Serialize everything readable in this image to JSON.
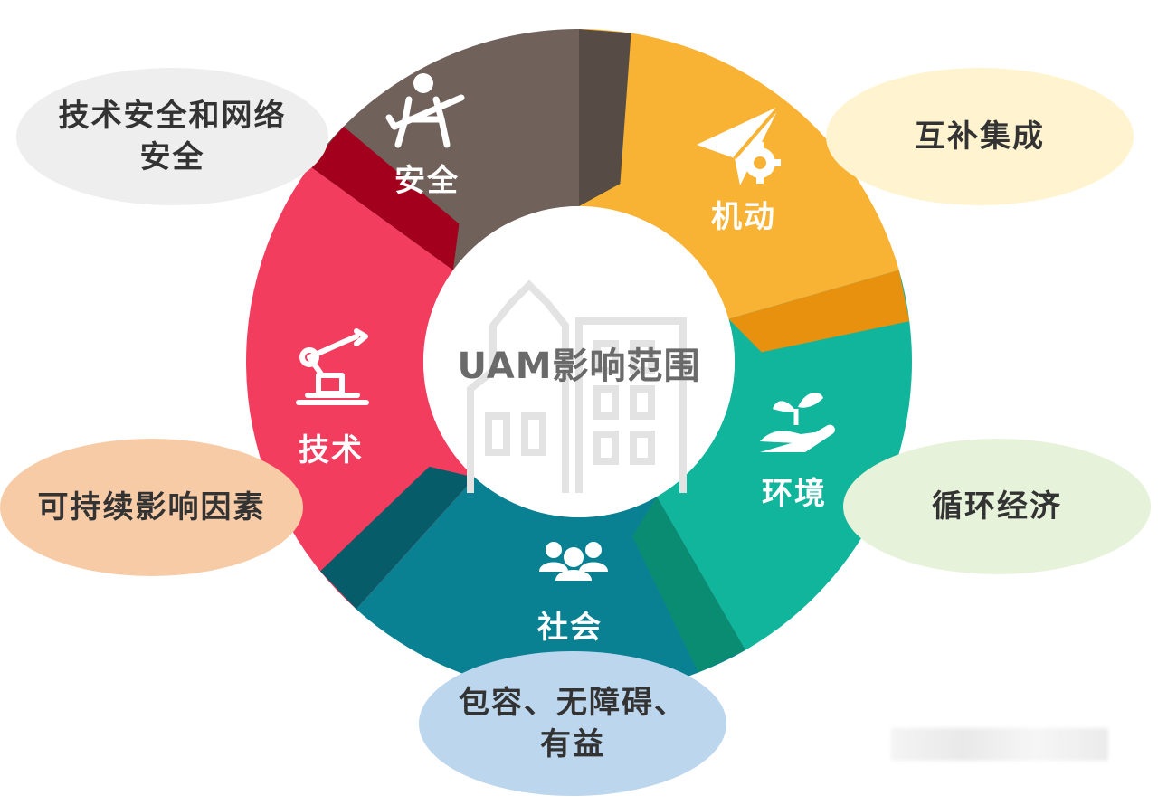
{
  "center": {
    "title": "UAM影响范围"
  },
  "segments": [
    {
      "key": "safety",
      "label": "安全",
      "color": "#70625b",
      "dark": "#564b45",
      "icon": "seatbelt-icon"
    },
    {
      "key": "mobility",
      "label": "机动",
      "color": "#f8b334",
      "dark": "#e8910f",
      "icon": "paper-plane-gear-icon"
    },
    {
      "key": "environment",
      "label": "环境",
      "color": "#11b59c",
      "dark": "#0a8c73",
      "icon": "hand-sprout-icon"
    },
    {
      "key": "society",
      "label": "社会",
      "color": "#0a8193",
      "dark": "#075c69",
      "icon": "people-group-icon"
    },
    {
      "key": "tech",
      "label": "技术",
      "color": "#f23d5e",
      "dark": "#a3001e",
      "icon": "robot-arm-icon"
    }
  ],
  "bubbles": {
    "safety": {
      "text": "技术安全和网络安全",
      "color": "#eeeeee"
    },
    "mobility": {
      "text": "互补集成",
      "color": "#fff4cf"
    },
    "environment": {
      "text": "循环经济",
      "color": "#e7f2da"
    },
    "tech": {
      "text": "可持续影响因素",
      "color": "#f8cba7"
    },
    "society": {
      "text": "包容、无障碍、有益",
      "color": "#bcd6ee"
    }
  }
}
